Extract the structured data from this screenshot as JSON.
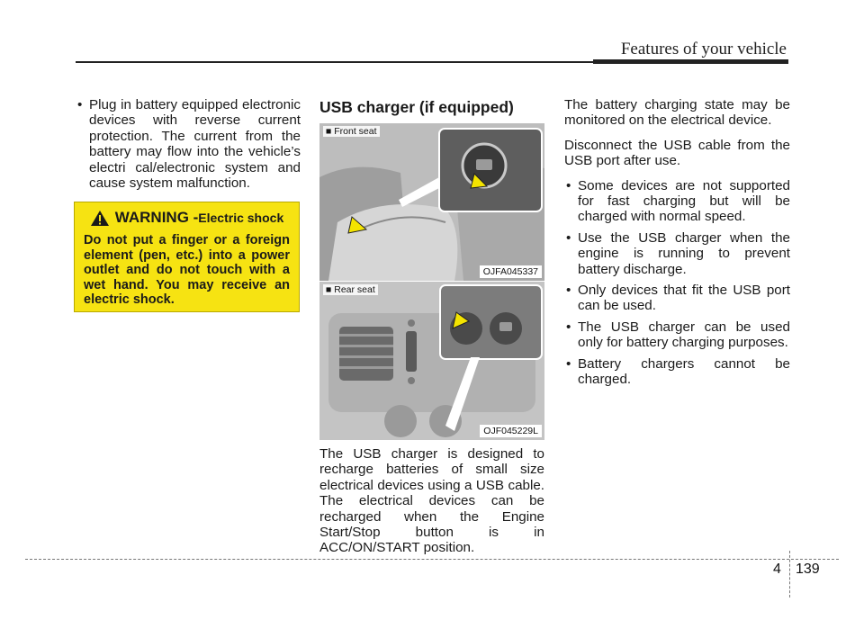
{
  "header": {
    "title": "Features of your vehicle"
  },
  "col1": {
    "bullet": "Plug in battery equipped electronic devices with reverse current protection. The current from the battery may flow into the vehicle’s electri cal/electronic system and cause system malfunction.",
    "warning": {
      "word": "WARNING - ",
      "subtitle": "Electric shock",
      "text": "Do not put a finger or a foreign element (pen, etc.) into a power outlet and do not touch with a wet hand. You may receive an electric shock."
    }
  },
  "col2": {
    "section_title": "USB charger (if equipped)",
    "figure1": {
      "label": "■ Front seat",
      "code": "OJFA045337"
    },
    "figure2": {
      "label": "■ Rear seat",
      "code": "OJF045229L"
    },
    "body": "The USB charger is designed to recharge batteries of small size electrical devices using a USB cable. The electrical devices can be recharged when the Engine Start/Stop button is in ACC/ON/START position."
  },
  "col3": {
    "p1": "The battery charging state may be monitored on the electrical device.",
    "p2": "Disconnect the USB cable from the USB port after use.",
    "bullets": [
      "Some devices are not supported for fast charging but will be charged with normal speed.",
      "Use the USB charger when the engine is running to prevent battery discharge.",
      "Only devices that fit the USB port can be used.",
      "The USB charger can be used only for battery charging purposes.",
      "Battery chargers cannot be charged."
    ]
  },
  "footer": {
    "chapter": "4",
    "page": "139"
  }
}
